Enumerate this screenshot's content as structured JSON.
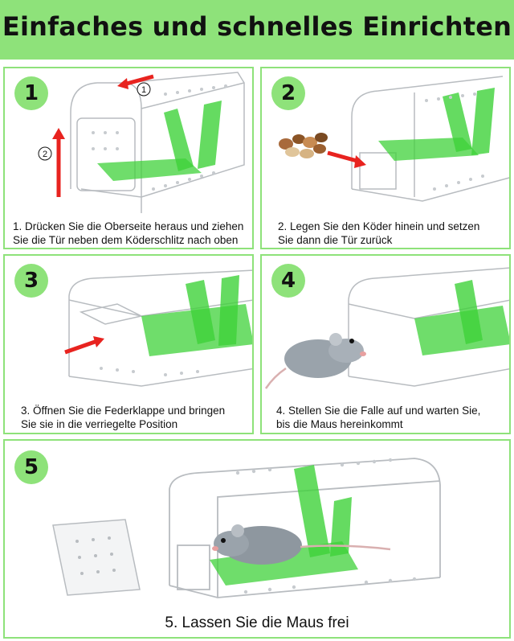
{
  "header": {
    "title": "Einfaches und schnelles Einrichten"
  },
  "steps": [
    {
      "number": "1",
      "caption_line1": "1. Drücken Sie die Oberseite heraus und ziehen",
      "caption_line2": "Sie die Tür neben dem Köderschlitz nach oben",
      "marker_a": "1",
      "marker_b": "2"
    },
    {
      "number": "2",
      "caption_line1": "2. Legen Sie den Köder hinein und setzen",
      "caption_line2": "Sie dann die Tür zurück"
    },
    {
      "number": "3",
      "caption_line1": "3. Öffnen Sie die Federklappe und bringen",
      "caption_line2": "Sie sie in die verriegelte Position"
    },
    {
      "number": "4",
      "caption_line1": "4. Stellen Sie die Falle auf und warten Sie,",
      "caption_line2": "bis die Maus hereinkommt"
    },
    {
      "number": "5",
      "caption_line1": "5. Lassen Sie die Maus frei"
    }
  ],
  "colors": {
    "accent": "#8ee27a",
    "trap_green": "#3fd23a",
    "arrow_red": "#e8231f"
  }
}
